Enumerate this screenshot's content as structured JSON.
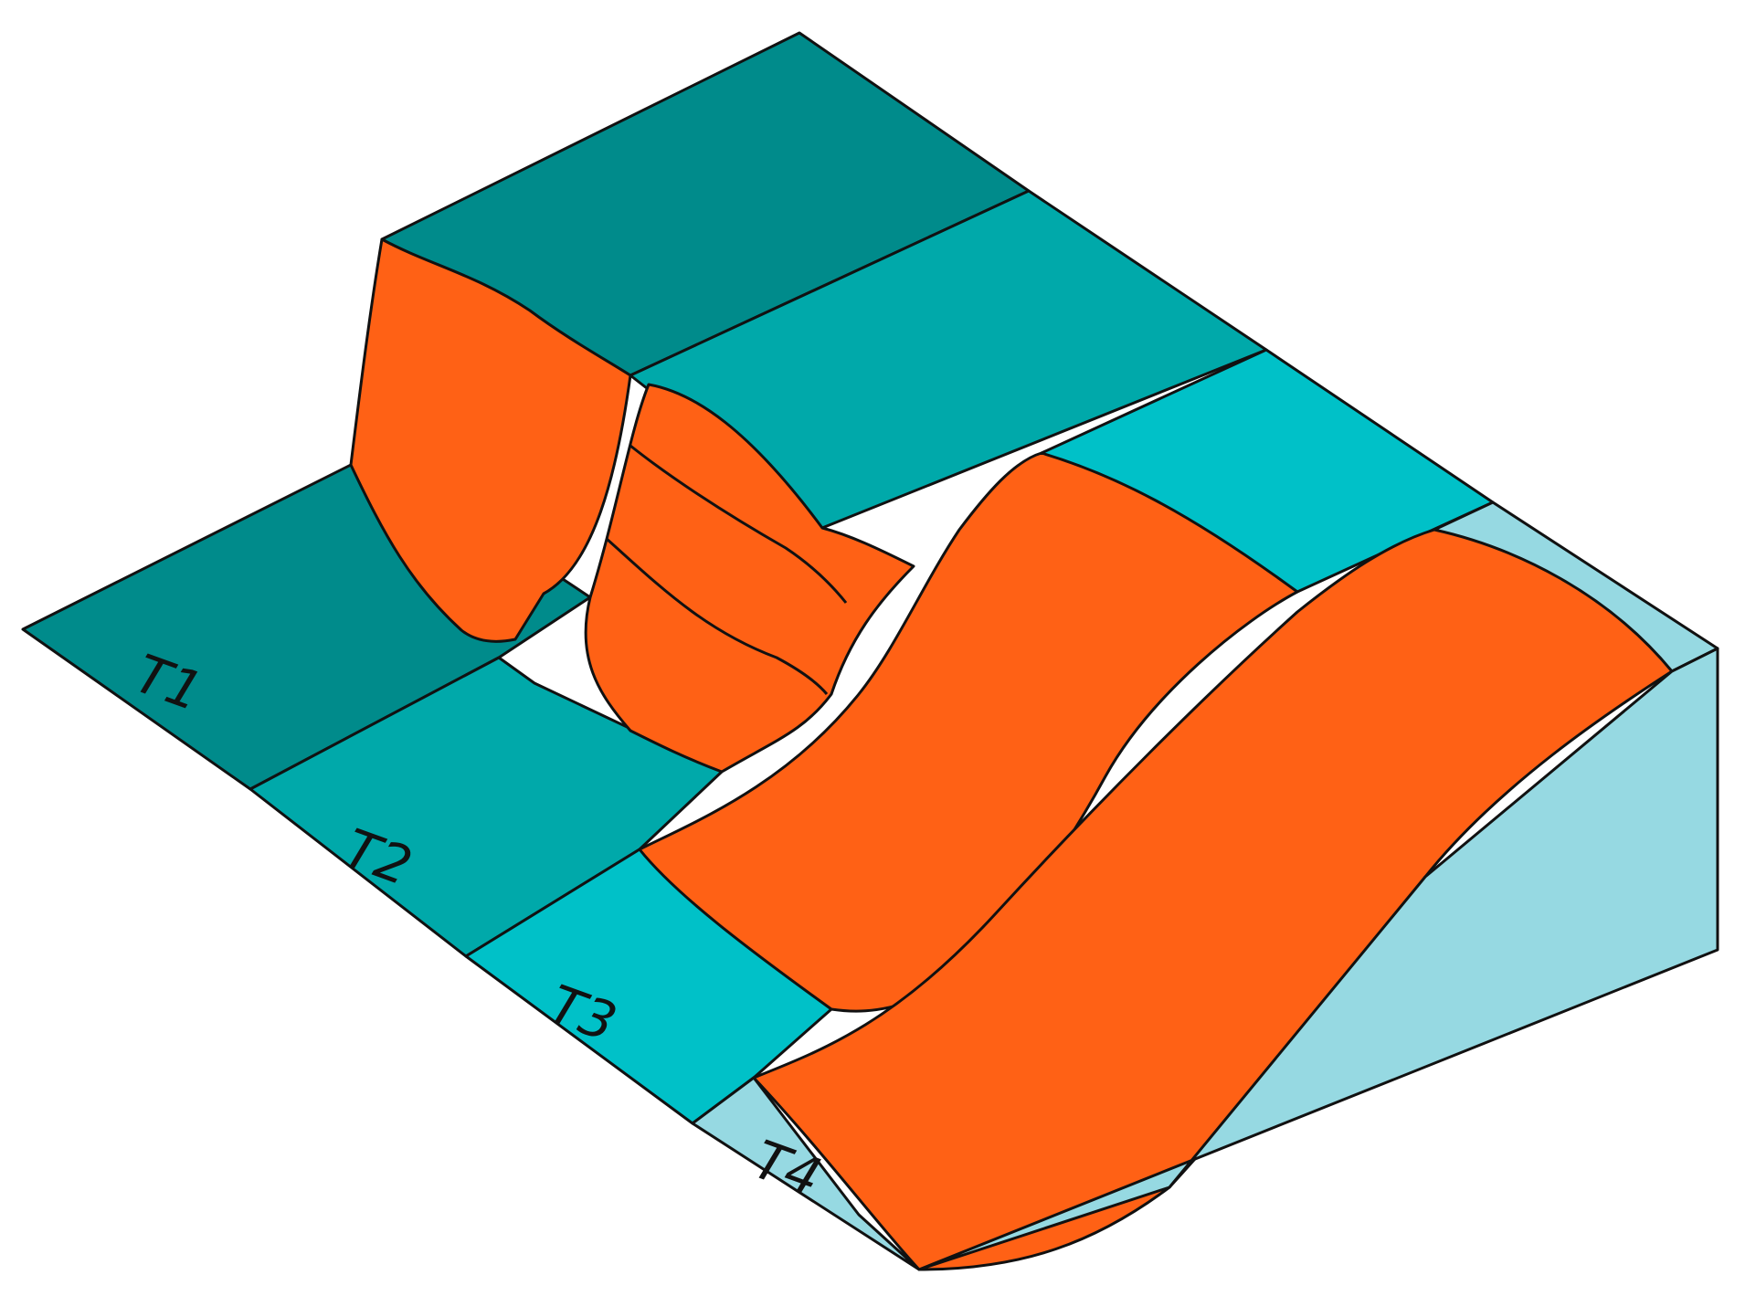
{
  "labels": {
    "t1": "T1",
    "t2": "T2",
    "t3": "T3",
    "t4": "T4"
  },
  "colors": {
    "t1_fill": "#008B8B",
    "t2_fill": "#00A9AA",
    "t3_fill": "#00C1C8",
    "t4_fill": "#96D9E2",
    "riser_fill": "#FF6115",
    "outline": "#111111"
  }
}
